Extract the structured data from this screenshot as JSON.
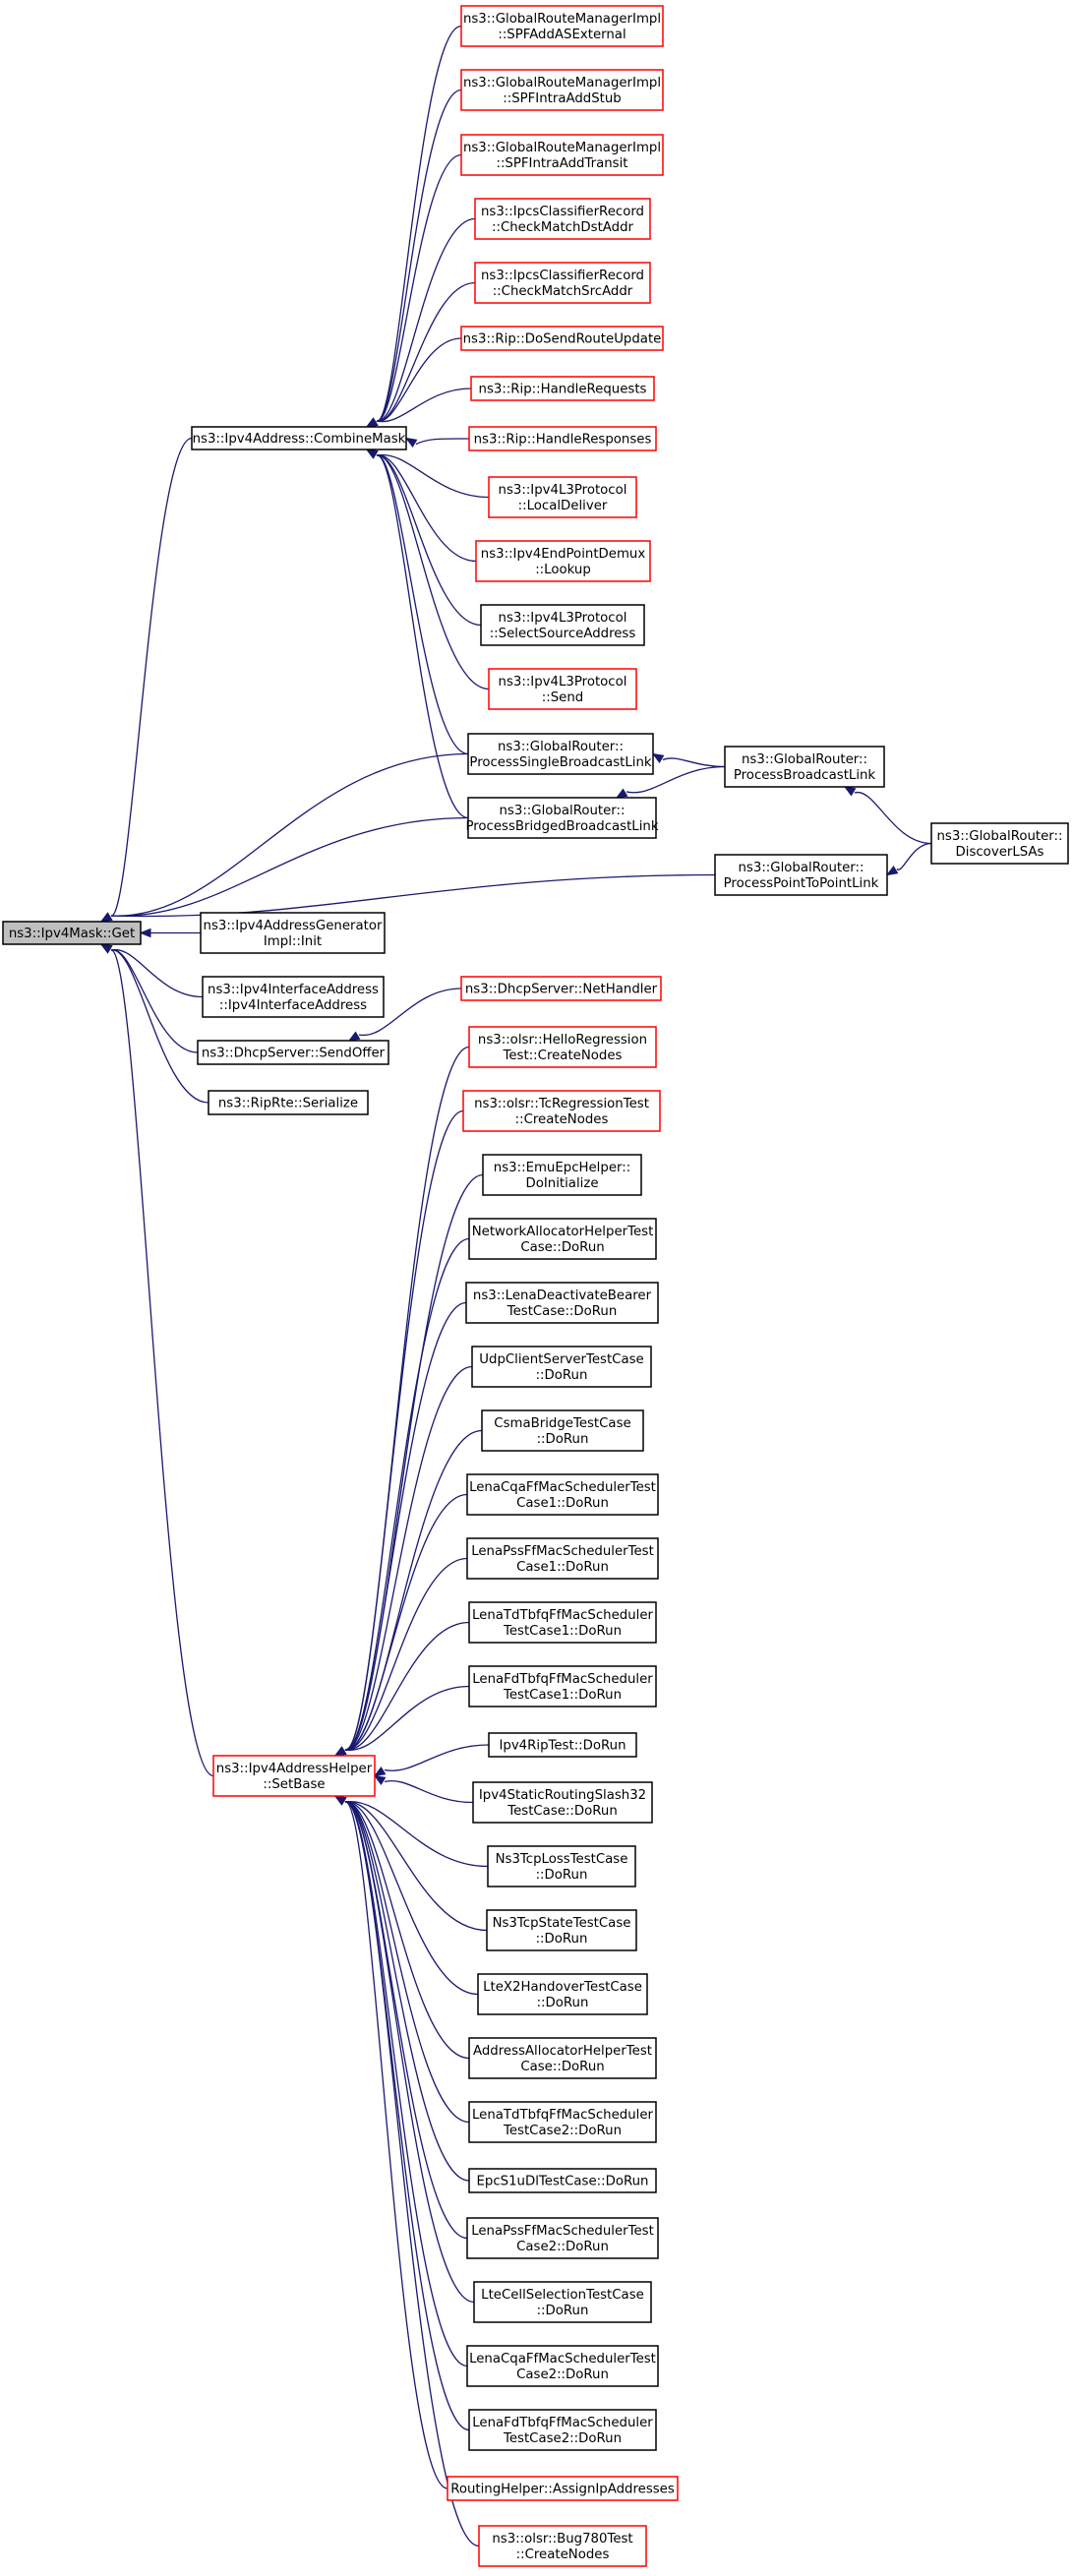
{
  "colors": {
    "edge": "#191970",
    "node_border_black": "#000000",
    "node_border_red": "#ff0000",
    "focus_fill": "#bfbfbf",
    "node_fill": "#ffffff"
  },
  "nodes": [
    {
      "id": "get",
      "lines": [
        "ns3::Ipv4Mask::Get"
      ],
      "border": "black",
      "focus": true
    },
    {
      "id": "combine",
      "lines": [
        "ns3::Ipv4Address::CombineMask"
      ],
      "border": "black"
    },
    {
      "id": "spfas",
      "lines": [
        "ns3::GlobalRouteManagerImpl",
        "::SPFAddASExternal"
      ],
      "border": "red"
    },
    {
      "id": "spfstub",
      "lines": [
        "ns3::GlobalRouteManagerImpl",
        "::SPFIntraAddStub"
      ],
      "border": "red"
    },
    {
      "id": "spftransit",
      "lines": [
        "ns3::GlobalRouteManagerImpl",
        "::SPFIntraAddTransit"
      ],
      "border": "red"
    },
    {
      "id": "ipcsdst",
      "lines": [
        "ns3::IpcsClassifierRecord",
        "::CheckMatchDstAddr"
      ],
      "border": "red"
    },
    {
      "id": "ipcssrc",
      "lines": [
        "ns3::IpcsClassifierRecord",
        "::CheckMatchSrcAddr"
      ],
      "border": "red"
    },
    {
      "id": "ripsend",
      "lines": [
        "ns3::Rip::DoSendRouteUpdate"
      ],
      "border": "red"
    },
    {
      "id": "ripreq",
      "lines": [
        "ns3::Rip::HandleRequests"
      ],
      "border": "red"
    },
    {
      "id": "ripresp",
      "lines": [
        "ns3::Rip::HandleResponses"
      ],
      "border": "red"
    },
    {
      "id": "localdeliver",
      "lines": [
        "ns3::Ipv4L3Protocol",
        "::LocalDeliver"
      ],
      "border": "red"
    },
    {
      "id": "lookup",
      "lines": [
        "ns3::Ipv4EndPointDemux",
        "::Lookup"
      ],
      "border": "red"
    },
    {
      "id": "selectsrc",
      "lines": [
        "ns3::Ipv4L3Protocol",
        "::SelectSourceAddress"
      ],
      "border": "black"
    },
    {
      "id": "l3send",
      "lines": [
        "ns3::Ipv4L3Protocol",
        "::Send"
      ],
      "border": "red"
    },
    {
      "id": "psbl",
      "lines": [
        "ns3::GlobalRouter::",
        "ProcessSingleBroadcastLink"
      ],
      "border": "black"
    },
    {
      "id": "pbbl",
      "lines": [
        "ns3::GlobalRouter::",
        "ProcessBridgedBroadcastLink"
      ],
      "border": "black"
    },
    {
      "id": "pbl",
      "lines": [
        "ns3::GlobalRouter::",
        "ProcessBroadcastLink"
      ],
      "border": "black"
    },
    {
      "id": "discover",
      "lines": [
        "ns3::GlobalRouter::",
        "DiscoverLSAs"
      ],
      "border": "black"
    },
    {
      "id": "pptp",
      "lines": [
        "ns3::GlobalRouter::",
        "ProcessPointToPointLink"
      ],
      "border": "black"
    },
    {
      "id": "addrgen",
      "lines": [
        "ns3::Ipv4AddressGenerator",
        "Impl::Init"
      ],
      "border": "black"
    },
    {
      "id": "ifaddr",
      "lines": [
        "ns3::Ipv4InterfaceAddress",
        "::Ipv4InterfaceAddress"
      ],
      "border": "black"
    },
    {
      "id": "sendoffer",
      "lines": [
        "ns3::DhcpServer::SendOffer"
      ],
      "border": "black"
    },
    {
      "id": "nethandler",
      "lines": [
        "ns3::DhcpServer::NetHandler"
      ],
      "border": "red"
    },
    {
      "id": "riprte",
      "lines": [
        "ns3::RipRte::Serialize"
      ],
      "border": "black"
    },
    {
      "id": "setbase",
      "lines": [
        "ns3::Ipv4AddressHelper",
        "::SetBase"
      ],
      "border": "red"
    },
    {
      "id": "hello",
      "lines": [
        "ns3::olsr::HelloRegression",
        "Test::CreateNodes"
      ],
      "border": "red"
    },
    {
      "id": "tcreg",
      "lines": [
        "ns3::olsr::TcRegressionTest",
        "::CreateNodes"
      ],
      "border": "red"
    },
    {
      "id": "emu",
      "lines": [
        "ns3::EmuEpcHelper::",
        "DoInitialize"
      ],
      "border": "black"
    },
    {
      "id": "netalloc",
      "lines": [
        "NetworkAllocatorHelperTest",
        "Case::DoRun"
      ],
      "border": "black"
    },
    {
      "id": "lenadeact",
      "lines": [
        "ns3::LenaDeactivateBearer",
        "TestCase::DoRun"
      ],
      "border": "black"
    },
    {
      "id": "udpcs",
      "lines": [
        "UdpClientServerTestCase",
        "::DoRun"
      ],
      "border": "black"
    },
    {
      "id": "csma",
      "lines": [
        "CsmaBridgeTestCase",
        "::DoRun"
      ],
      "border": "black"
    },
    {
      "id": "cqa1",
      "lines": [
        "LenaCqaFfMacSchedulerTest",
        "Case1::DoRun"
      ],
      "border": "black"
    },
    {
      "id": "pss1",
      "lines": [
        "LenaPssFfMacSchedulerTest",
        "Case1::DoRun"
      ],
      "border": "black"
    },
    {
      "id": "tdtbfq1",
      "lines": [
        "LenaTdTbfqFfMacScheduler",
        "TestCase1::DoRun"
      ],
      "border": "black"
    },
    {
      "id": "fdtbfq1",
      "lines": [
        "LenaFdTbfqFfMacScheduler",
        "TestCase1::DoRun"
      ],
      "border": "black"
    },
    {
      "id": "riptest",
      "lines": [
        "Ipv4RipTest::DoRun"
      ],
      "border": "black"
    },
    {
      "id": "slash32",
      "lines": [
        "Ipv4StaticRoutingSlash32",
        "TestCase::DoRun"
      ],
      "border": "black"
    },
    {
      "id": "tcploss",
      "lines": [
        "Ns3TcpLossTestCase",
        "::DoRun"
      ],
      "border": "black"
    },
    {
      "id": "tcpstate",
      "lines": [
        "Ns3TcpStateTestCase",
        "::DoRun"
      ],
      "border": "black"
    },
    {
      "id": "ltex2",
      "lines": [
        "LteX2HandoverTestCase",
        "::DoRun"
      ],
      "border": "black"
    },
    {
      "id": "addralloc",
      "lines": [
        "AddressAllocatorHelperTest",
        "Case::DoRun"
      ],
      "border": "black"
    },
    {
      "id": "tdtbfq2",
      "lines": [
        "LenaTdTbfqFfMacScheduler",
        "TestCase2::DoRun"
      ],
      "border": "black"
    },
    {
      "id": "epcs1u",
      "lines": [
        "EpcS1uDlTestCase::DoRun"
      ],
      "border": "black"
    },
    {
      "id": "pss2",
      "lines": [
        "LenaPssFfMacSchedulerTest",
        "Case2::DoRun"
      ],
      "border": "black"
    },
    {
      "id": "ltecell",
      "lines": [
        "LteCellSelectionTestCase",
        "::DoRun"
      ],
      "border": "black"
    },
    {
      "id": "cqa2",
      "lines": [
        "LenaCqaFfMacSchedulerTest",
        "Case2::DoRun"
      ],
      "border": "black"
    },
    {
      "id": "fdtbfq2",
      "lines": [
        "LenaFdTbfqFfMacScheduler",
        "TestCase2::DoRun"
      ],
      "border": "black"
    },
    {
      "id": "routinghelper",
      "lines": [
        "RoutingHelper::AssignIpAddresses"
      ],
      "border": "red"
    },
    {
      "id": "bug780",
      "lines": [
        "ns3::olsr::Bug780Test",
        "::CreateNodes"
      ],
      "border": "red"
    }
  ],
  "edges": [
    [
      "combine",
      "get"
    ],
    [
      "psbl",
      "get"
    ],
    [
      "pbbl",
      "get"
    ],
    [
      "pptp",
      "get"
    ],
    [
      "addrgen",
      "get"
    ],
    [
      "ifaddr",
      "get"
    ],
    [
      "sendoffer",
      "get"
    ],
    [
      "riprte",
      "get"
    ],
    [
      "setbase",
      "get"
    ],
    [
      "spfas",
      "combine"
    ],
    [
      "spfstub",
      "combine"
    ],
    [
      "spftransit",
      "combine"
    ],
    [
      "ipcsdst",
      "combine"
    ],
    [
      "ipcssrc",
      "combine"
    ],
    [
      "ripsend",
      "combine"
    ],
    [
      "ripreq",
      "combine"
    ],
    [
      "ripresp",
      "combine"
    ],
    [
      "localdeliver",
      "combine"
    ],
    [
      "lookup",
      "combine"
    ],
    [
      "selectsrc",
      "combine"
    ],
    [
      "l3send",
      "combine"
    ],
    [
      "psbl",
      "combine"
    ],
    [
      "pbbl",
      "combine"
    ],
    [
      "pbl",
      "psbl"
    ],
    [
      "pbl",
      "pbbl"
    ],
    [
      "discover",
      "pbl"
    ],
    [
      "discover",
      "pptp"
    ],
    [
      "nethandler",
      "sendoffer"
    ],
    [
      "hello",
      "setbase"
    ],
    [
      "tcreg",
      "setbase"
    ],
    [
      "emu",
      "setbase"
    ],
    [
      "netalloc",
      "setbase"
    ],
    [
      "lenadeact",
      "setbase"
    ],
    [
      "udpcs",
      "setbase"
    ],
    [
      "csma",
      "setbase"
    ],
    [
      "cqa1",
      "setbase"
    ],
    [
      "pss1",
      "setbase"
    ],
    [
      "tdtbfq1",
      "setbase"
    ],
    [
      "fdtbfq1",
      "setbase"
    ],
    [
      "riptest",
      "setbase"
    ],
    [
      "slash32",
      "setbase"
    ],
    [
      "tcploss",
      "setbase"
    ],
    [
      "tcpstate",
      "setbase"
    ],
    [
      "ltex2",
      "setbase"
    ],
    [
      "addralloc",
      "setbase"
    ],
    [
      "tdtbfq2",
      "setbase"
    ],
    [
      "epcs1u",
      "setbase"
    ],
    [
      "pss2",
      "setbase"
    ],
    [
      "ltecell",
      "setbase"
    ],
    [
      "cqa2",
      "setbase"
    ],
    [
      "fdtbfq2",
      "setbase"
    ],
    [
      "routinghelper",
      "setbase"
    ],
    [
      "bug780",
      "setbase"
    ]
  ]
}
